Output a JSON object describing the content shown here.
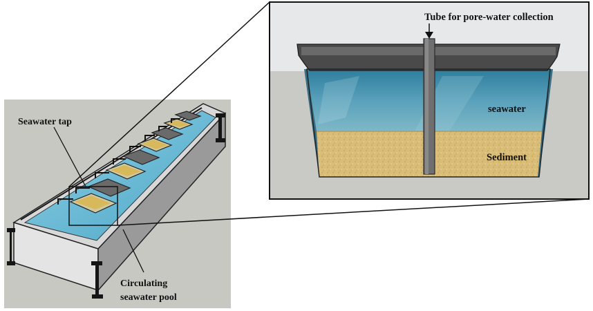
{
  "labels": {
    "seawater_tap": "Seawater tap",
    "pool_line1": "Circulating",
    "pool_line2": "seawater pool",
    "tube": "Tube for pore-water collection",
    "seawater": "seawater",
    "sediment": "Sediment"
  },
  "colors": {
    "left_panel_bg": "#c8c8c2",
    "right_panel_sky": "#e6e8ea",
    "right_panel_ground": "#c9cac6",
    "water": "#5fa4bf",
    "sediment": "#d8bc74",
    "container_dark": "#4a4a4a",
    "frame": "#111111"
  },
  "counts": {
    "tanks": 8
  }
}
